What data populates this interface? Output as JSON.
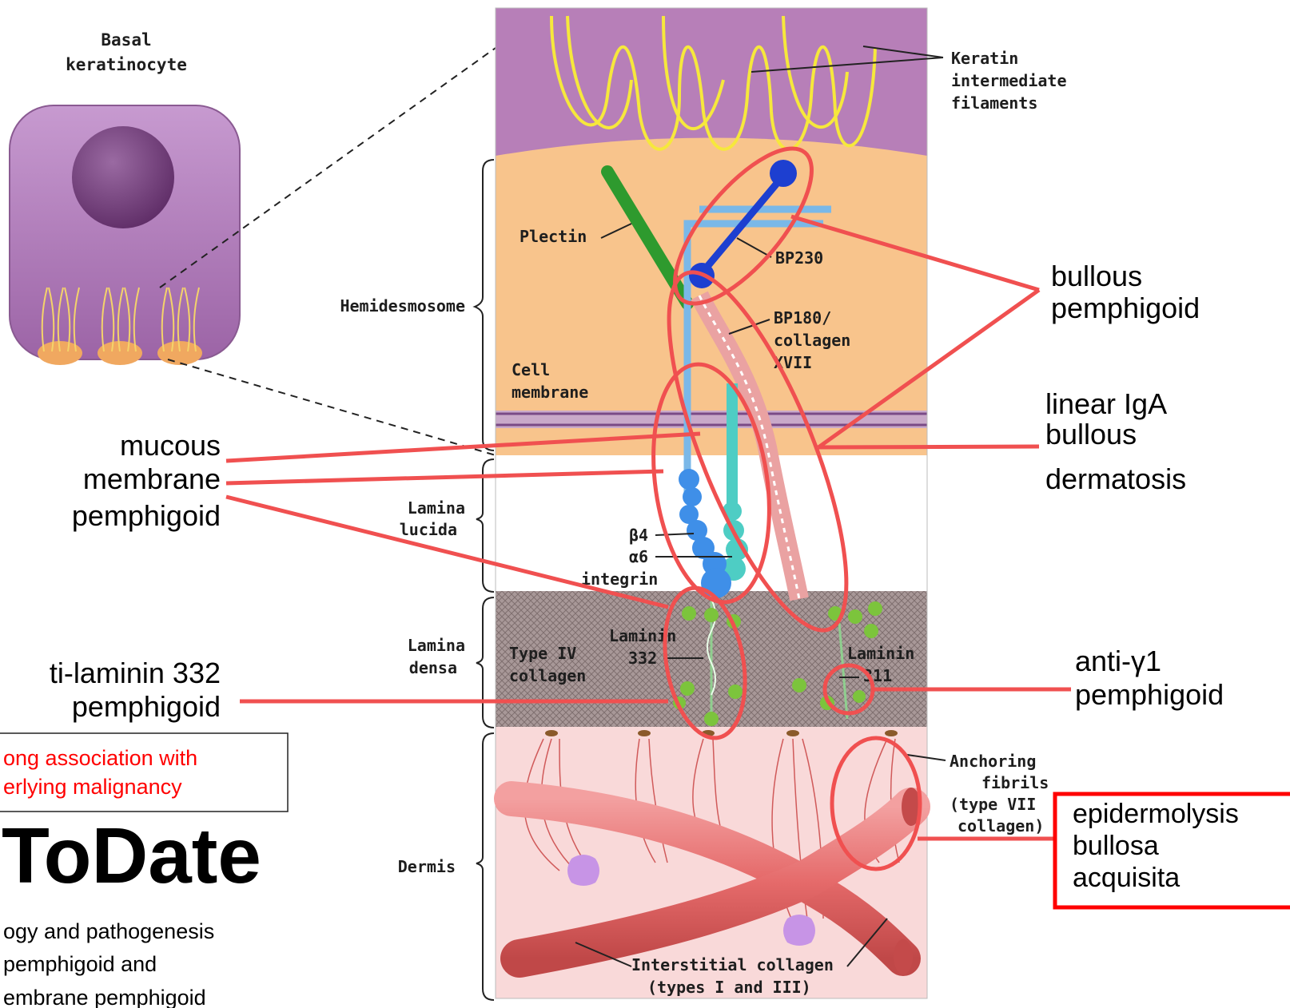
{
  "cell": {
    "title_line1": "Basal",
    "title_line2": "keratinocyte"
  },
  "regions": {
    "hemidesmosome": "Hemidesmosome",
    "lamina_lucida_1": "Lamina",
    "lamina_lucida_2": "lucida",
    "lamina_densa_1": "Lamina",
    "lamina_densa_2": "densa",
    "dermis": "Dermis"
  },
  "structures": {
    "keratin": [
      "Keratin",
      "intermediate",
      "filaments"
    ],
    "plectin": "Plectin",
    "bp230": "BP230",
    "bp180": [
      "BP180/",
      "collagen",
      "XVII"
    ],
    "cell_membrane": [
      "Cell",
      "membrane"
    ],
    "beta4": "β4",
    "alpha6": "α6",
    "integrin": "integrin",
    "type_iv_collagen": [
      "Type IV",
      "collagen"
    ],
    "laminin332": [
      "Laminin",
      "332"
    ],
    "laminin311": [
      "Laminin",
      "311"
    ],
    "anchoring_fibrils": [
      "Anchoring",
      "fibrils",
      "(type VII",
      "collagen)"
    ],
    "interstitial_collagen": [
      "Interstitial collagen",
      "(types I and III)"
    ]
  },
  "diseases": {
    "bullous_pemphigoid": [
      "bullous",
      "pemphigoid"
    ],
    "linear_iga": [
      "linear IgA",
      "bullous",
      "dermatosis"
    ],
    "mucous_membrane": [
      "mucous",
      "membrane",
      "pemphigoid"
    ],
    "anti_laminin": [
      "ti-laminin 332",
      "pemphigoid"
    ],
    "anti_gamma1": [
      "anti-γ1",
      "pemphigoid"
    ],
    "eba": [
      "epidermolysis",
      "bullosa",
      "acquisita"
    ]
  },
  "note": [
    "ong association with",
    "erlying malignancy"
  ],
  "source": {
    "logo": "ToDate",
    "caption": [
      "ogy and pathogenesis",
      "pemphigoid and",
      "embrane pemphigoid"
    ]
  },
  "colors": {
    "annotation_red": "#f05050",
    "box_red": "#ff0000",
    "epidermis_purple": "#b77fb8",
    "cytoplasm_orange": "#f8c48c",
    "lamina_densa": "#9a8a8a",
    "dermis_pink": "#f9d9d9"
  }
}
